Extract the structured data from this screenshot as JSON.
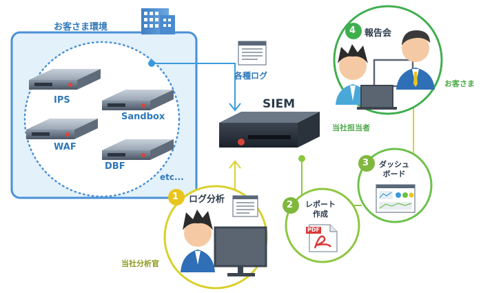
{
  "customer_env": {
    "title": "お客さま環境",
    "devices": [
      "IPS",
      "Sandbox",
      "WAF",
      "DBF",
      "etc..."
    ]
  },
  "logs_label": "各種ログ",
  "siem_label": "SIEM",
  "steps": [
    {
      "number": "1",
      "label": "ログ分析",
      "role": "当社分析官"
    },
    {
      "number": "2",
      "label": "レポート\n作成",
      "doc_badge": "PDF"
    },
    {
      "number": "3",
      "label": "ダッシュ\nボード"
    },
    {
      "number": "4",
      "label": "報告会",
      "roles": [
        "当社担当者",
        "お客さま"
      ]
    }
  ],
  "colors": {
    "customer_border": "#4a90d6",
    "customer_fill": "#e3f1fb",
    "step1_yellow": "#d9d02c",
    "step_green": "#6cc04a",
    "step4_green": "#3fae4e",
    "badge_yellow": "#e8c51e",
    "badge_green": "#7fb83d",
    "arrow_blue": "#3a9ad9"
  }
}
